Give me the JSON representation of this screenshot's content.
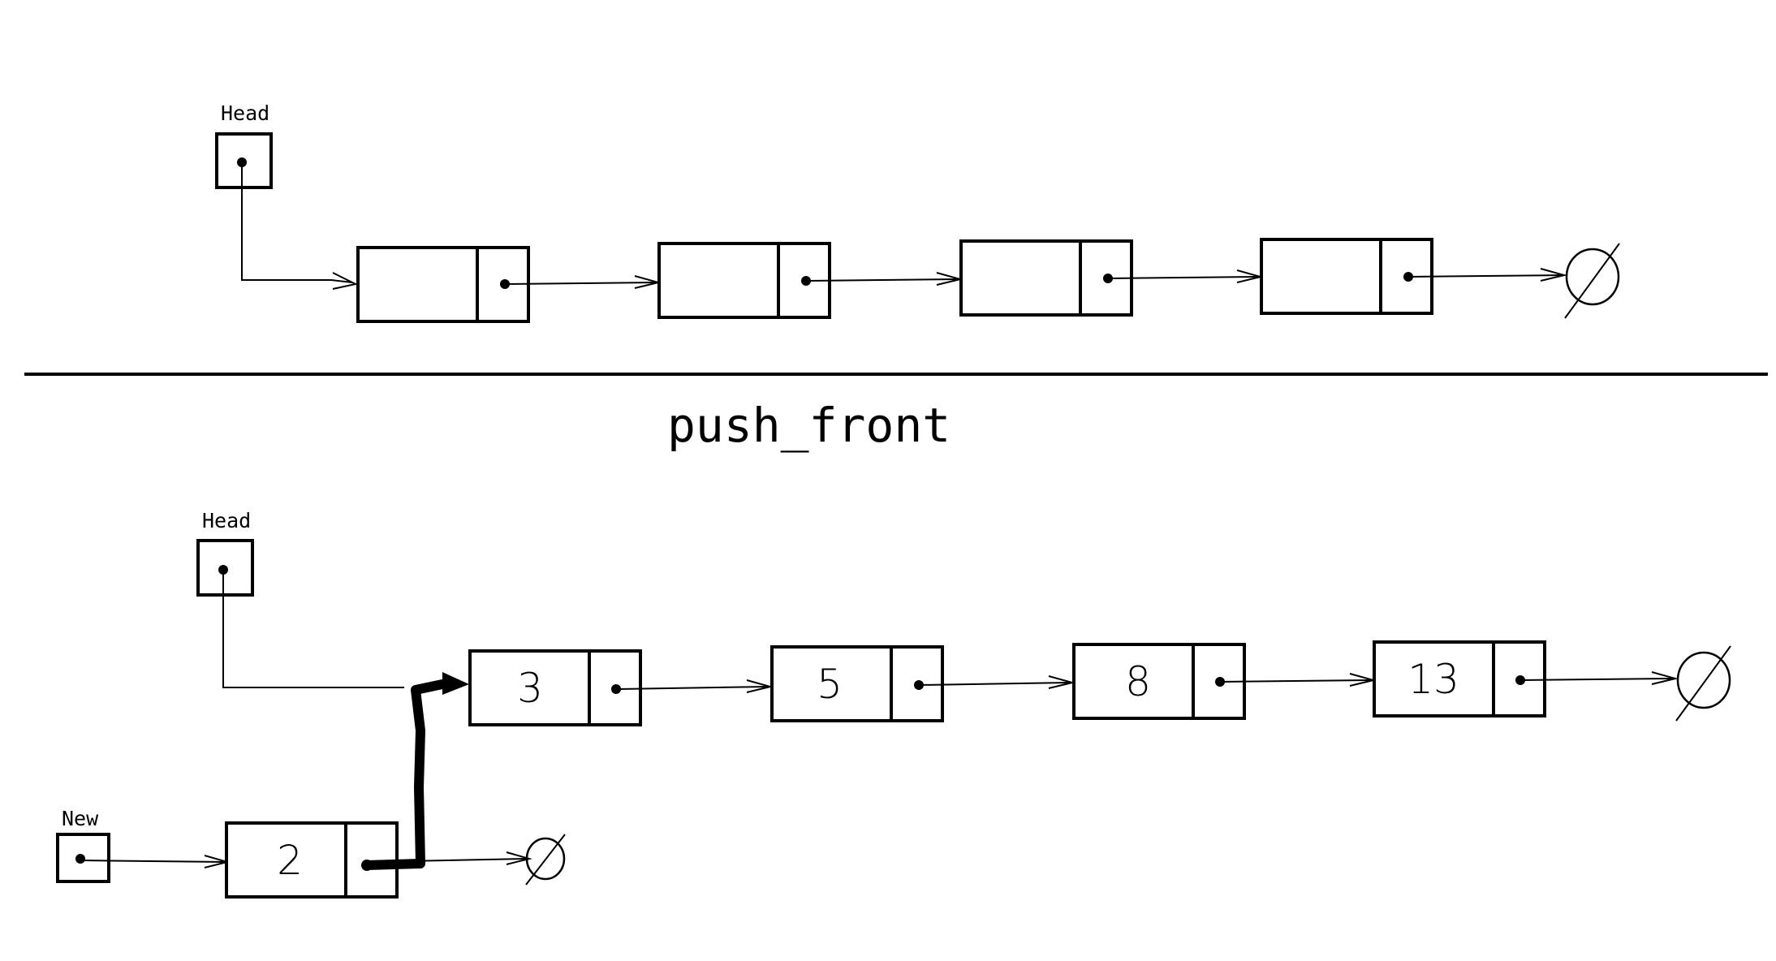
{
  "title": "push_front",
  "top_diagram": {
    "head_label": "Head",
    "nodes": [
      "",
      "",
      "",
      ""
    ],
    "null_symbol": "null-symbol"
  },
  "bottom_diagram": {
    "head_label": "Head",
    "new_label": "New",
    "new_node_value": "2",
    "nodes": [
      "3",
      "5",
      "8",
      "13"
    ],
    "null_symbol": "null-symbol"
  }
}
